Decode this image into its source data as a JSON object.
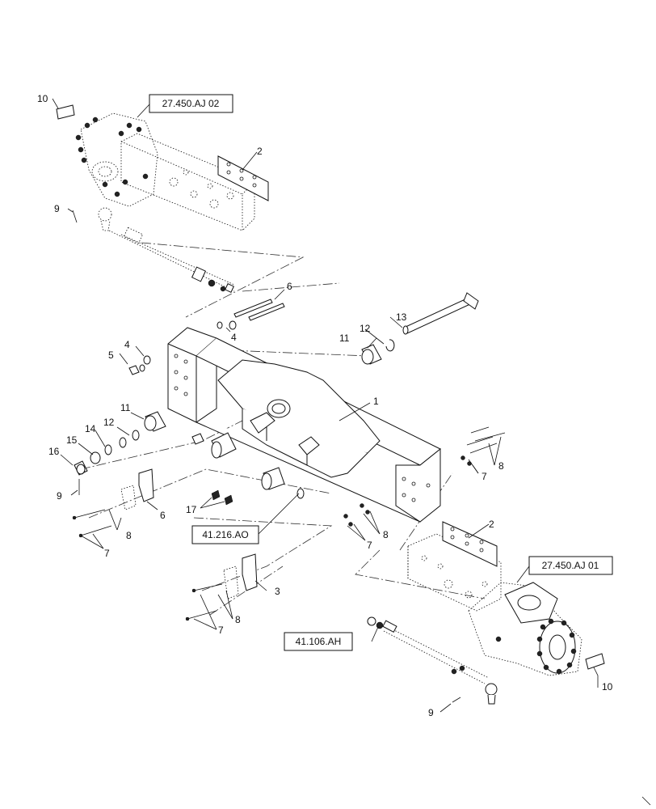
{
  "callouts": [
    "1",
    "2",
    "2",
    "3",
    "4",
    "4",
    "5",
    "6",
    "6",
    "7",
    "7",
    "7",
    "7",
    "8",
    "8",
    "8",
    "8",
    "9",
    "9",
    "9",
    "10",
    "10",
    "11",
    "11",
    "12",
    "12",
    "13",
    "14",
    "15",
    "16",
    "17"
  ],
  "references": {
    "steering_knuckle_left": "27.450.AJ 02",
    "steering_knuckle_right": "27.450.AJ 01",
    "bushing_ref": "41.216.AO",
    "tie_rod_ref": "41.106.AH"
  }
}
